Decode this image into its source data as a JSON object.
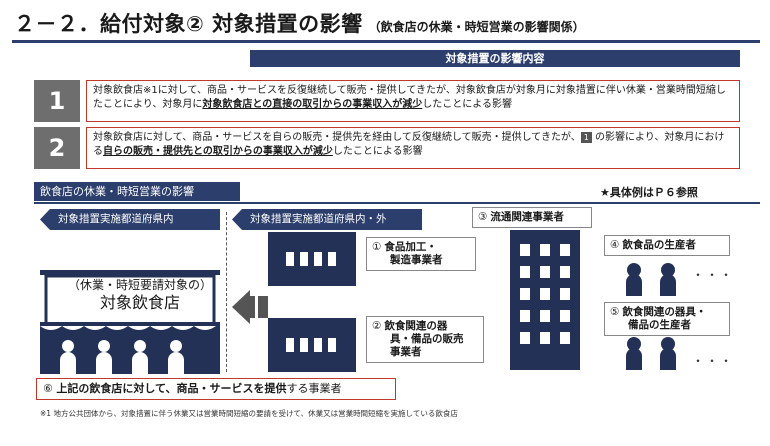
{
  "title": {
    "main": "２－２．給付対象② 対象措置の影響",
    "sub": "（飲食店の休業・時短営業の影響関係）"
  },
  "impact": {
    "header": "対象措置の影響内容",
    "items": [
      {
        "number": "1",
        "text_a": "対象飲食店※1に対して、商品・サービスを反復継続して販売・提供してきたが、対象飲食店が対象月に対象措置に伴い休業・営業時間短縮したことにより、対象月に",
        "text_em": "対象飲食店との直接の取引からの事業収入が減少",
        "text_b": "したことによる影響"
      },
      {
        "number": "2",
        "text_a": "対象飲食店に対して、商品・サービスを自らの販売・提供先を経由して反復継続して販売・提供してきたが、",
        "text_ref": "1",
        "text_a2": " の影響により、対象月における",
        "text_em": "自らの販売・提供先との取引からの事業収入が減少",
        "text_b": "したことによる影響"
      }
    ]
  },
  "diagram": {
    "header": "飲食店の休業・時短営業の影響",
    "note": "★具体例はＰ６参照",
    "arrow_left": "対象措置実施都道府県内",
    "arrow_right": "対象措置実施都道府県内・外",
    "restaurant_line1": "（休業・時短要請対象の）",
    "restaurant_line2": "対象飲食店",
    "boxes": {
      "b1_num": "①",
      "b1_l1": "食品加工・",
      "b1_l2": "製造事業者",
      "b2_num": "②",
      "b2_l1": "飲食関連の器",
      "b2_l2": "具・備品の販売",
      "b2_l3": "事業者",
      "b3_num": "③",
      "b3_l1": "流通関連事業者",
      "b4_num": "④",
      "b4_l1": "飲食品の生産者",
      "b5_num": "⑤",
      "b5_l1": "飲食関連の器具・",
      "b5_l2": "備品の生産者"
    },
    "dots": "・・・",
    "supplier_num": "⑥",
    "supplier_em": "上記の飲食店に対して、商品・サービスを提供",
    "supplier_rest": "する事業者"
  },
  "footnote": "※1 地方公共団体から、対象措置に伴う休業又は営業時間短縮の要請を受けて、休業又は営業時間短縮を実施している飲食店",
  "colors": {
    "navy": "#2c3e6b",
    "red_border": "#c0392b",
    "grey": "#6e6e6e",
    "building": "#243156"
  }
}
